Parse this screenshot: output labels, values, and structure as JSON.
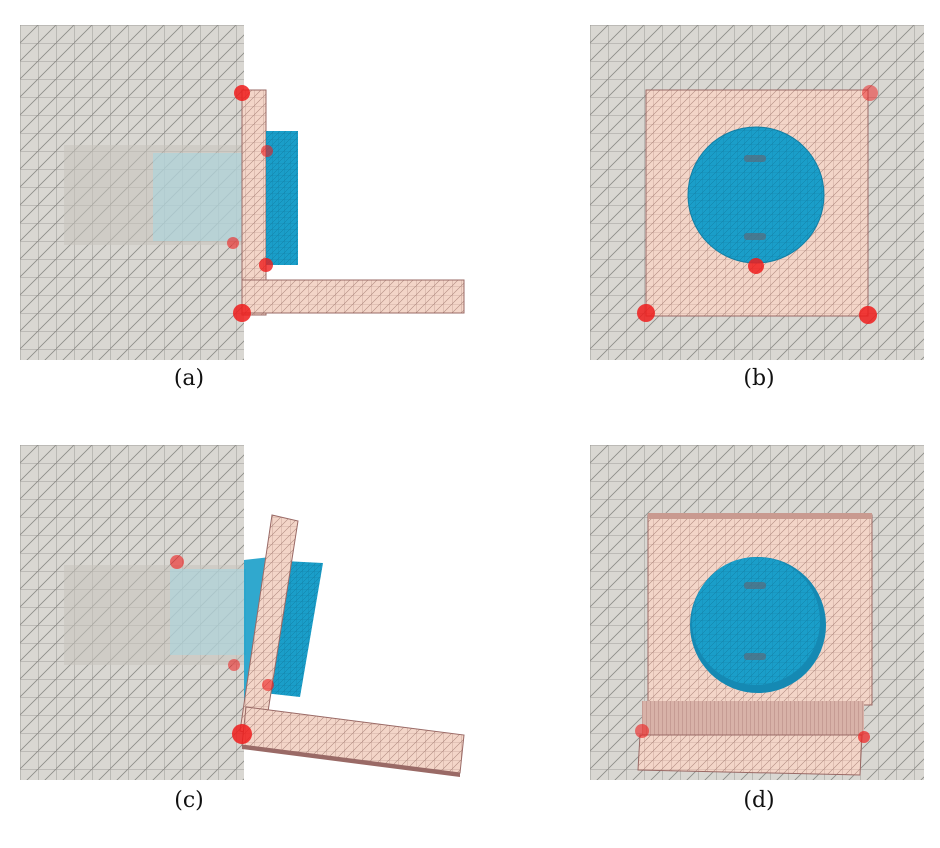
{
  "figure": {
    "panels": [
      {
        "id": "a",
        "label": "(a)"
      },
      {
        "id": "b",
        "label": "(b)"
      },
      {
        "id": "c",
        "label": "(c)"
      },
      {
        "id": "d",
        "label": "(d)"
      }
    ]
  },
  "colors": {
    "mesh_bg": "#d9d7d2",
    "mesh_line": "#8d8c88",
    "plate": "#f3d5c8",
    "plate_line": "#b08a80",
    "plate_edge": "#9a6a66",
    "cylinder": "#1a9ec9",
    "cylinder_light": "#3fb4d8",
    "contact_red": "#ee1c1c",
    "shadow_box": "#c7c2bc"
  }
}
